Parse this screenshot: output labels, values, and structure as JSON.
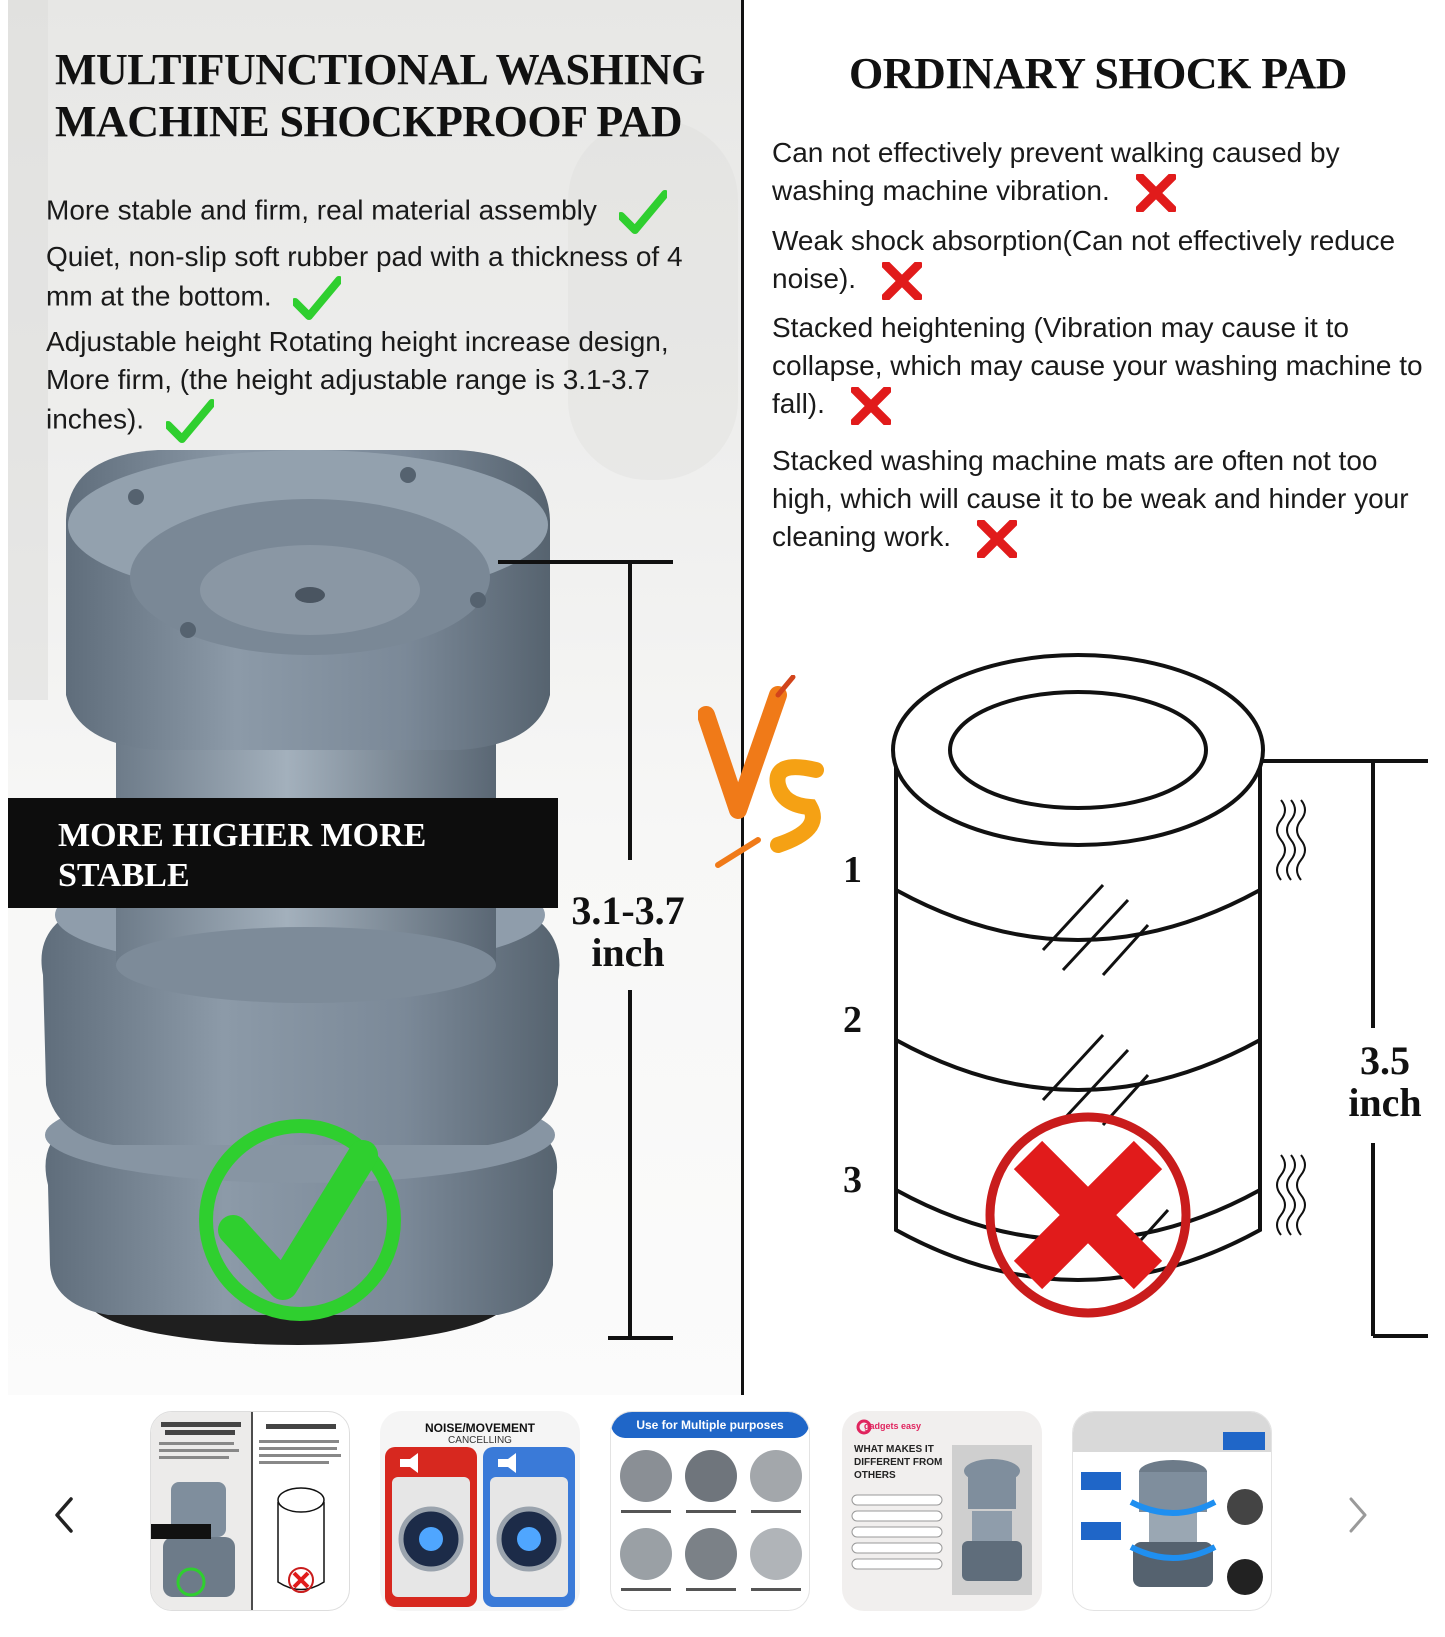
{
  "comparison": {
    "left_title": "MULTIFUNCTIONAL WASHING MACHINE SHOCKPROOF PAD",
    "right_title": "ORDINARY SHOCK PAD",
    "pros": [
      "More stable and firm, real material assembly",
      "Quiet, non-slip soft rubber pad with a thickness of 4 mm at the bottom.",
      "Adjustable height Rotating height increase design, More firm, (the height adjustable range is 3.1-3.7 inches)."
    ],
    "cons": [
      "Can not effectively prevent walking caused by washing machine vibration.",
      "Weak shock absorption(Can not effectively reduce noise).",
      "Stacked heightening (Vibration may cause it to collapse, which may cause your washing machine to fall).",
      "Stacked washing machine mats are often not too high, which will cause it to be weak and hinder your cleaning work."
    ],
    "banner": "MORE HIGHER MORE STABLE",
    "left_measure": "3.1-3.7 inch",
    "right_measure": "3.5 inch",
    "tiers": [
      "1",
      "2",
      "3"
    ],
    "vs": "VS"
  },
  "thumbnails": {
    "items": [
      {
        "caption": ""
      },
      {
        "caption": "NOISE/MOVEMENT",
        "subcaption": "CANCELLING"
      },
      {
        "caption": "Use for Multiple purposes"
      },
      {
        "caption": "gadgets easy",
        "subcaption": "WHAT MAKES IT DIFFERENT FROM OTHERS"
      },
      {
        "caption": ""
      }
    ]
  },
  "colors": {
    "pad_gray": "#7f8e9d",
    "pad_dark": "#5f6d7b",
    "check_green": "#2fcf2f",
    "cross_red": "#e11b1b",
    "vs_orange": "#f07a18"
  },
  "icons": {
    "prev": "chevron-left-icon",
    "next": "chevron-right-icon",
    "check": "check-icon",
    "cross": "x-mark-icon"
  }
}
